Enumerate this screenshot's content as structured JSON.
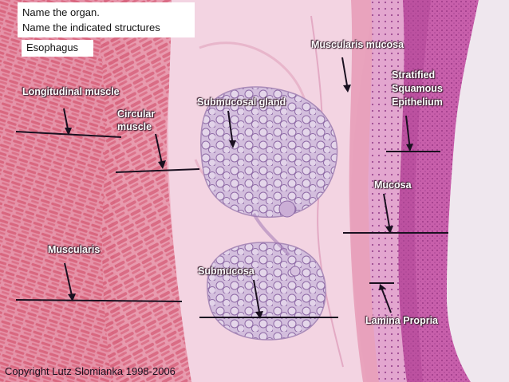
{
  "question": {
    "line1": "Name the organ.",
    "line2": "Name the indicated structures"
  },
  "answer": "Esophagus",
  "labels": {
    "longitudinal_muscle": "Longitudinal muscle",
    "circular_muscle_1": "Circular",
    "circular_muscle_2": "muscle",
    "submucosal_gland": "Submucosal gland",
    "muscularis_mucosa": "Muscularis mucosa",
    "epithelium_1": "Stratified",
    "epithelium_2": "Squamous",
    "epithelium_3": "Epithelium",
    "mucosa": "Mucosa",
    "muscularis": "Muscularis",
    "submucosa": "Submucosa",
    "lamina_propria": "Lamina Propria"
  },
  "copyright": "Copyright Lutz Slomianka 1998-2006",
  "colors": {
    "muscle": "#e08aa0",
    "submucosa": "#f2d0e0",
    "gland": "#d8c0dc",
    "epithelium": "#c25aa6",
    "background": "#ffffff",
    "label_text": "#ffffff",
    "pointer_line": "#1a1020"
  }
}
